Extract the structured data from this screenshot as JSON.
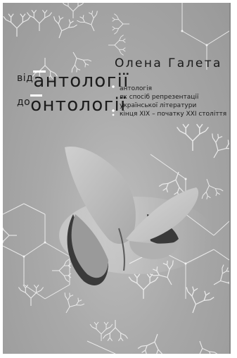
{
  "cover": {
    "author": "Олена Галета",
    "title": {
      "line1_preposition": "від",
      "line1_first_letter": "а",
      "line1_rest": "нтології",
      "line2_preposition": "до",
      "line2_first_letter": "о",
      "line2_rest": "нтології"
    },
    "subtitle_lines": [
      "антологія",
      "як спосіб репрезентації",
      "української літератури",
      "кінця XIX – початку XXI століття"
    ]
  },
  "colors": {
    "background": "#a6a6a6",
    "text": "#1b1b1b",
    "pattern": "#f2f2f2"
  }
}
